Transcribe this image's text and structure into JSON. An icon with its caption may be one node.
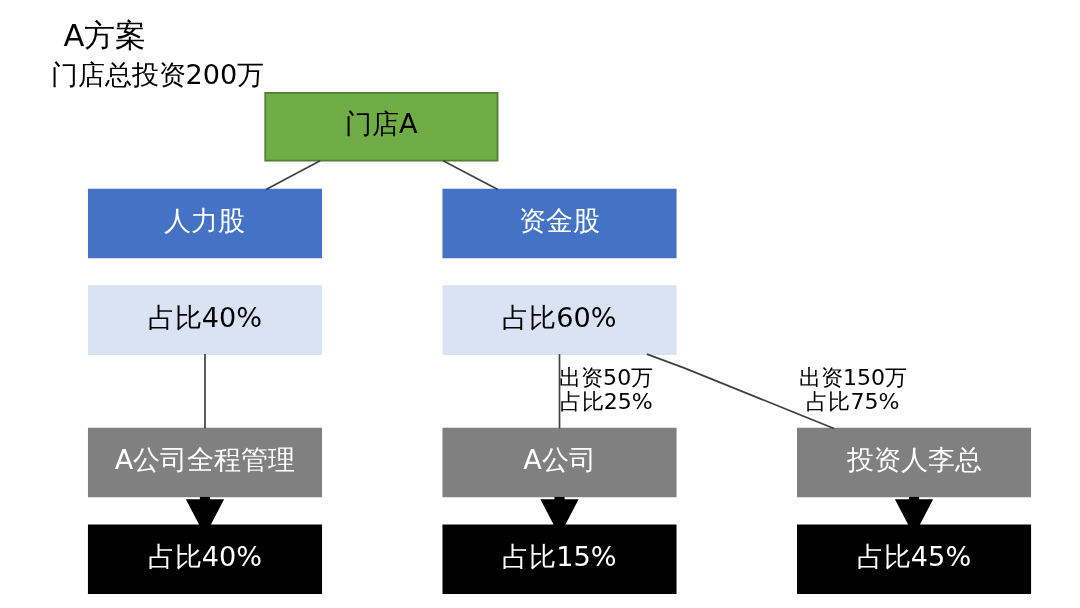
{
  "diagram": {
    "title": "A方案",
    "nodes": [
      {
        "text": [
          "门店A"
        ],
        "beside": [
          "门店总投资200万"
        ]
      },
      {
        "text": [
          "人力股"
        ]
      },
      {
        "text": [
          "占比40%"
        ]
      },
      {
        "text": [
          "资金股"
        ]
      },
      {
        "text": [
          "占比60%"
        ]
      },
      {
        "text": [
          "A公司全程管理"
        ]
      },
      {
        "text": [
          "A公司"
        ],
        "beside": [
          "出资50万",
          "占比25%"
        ]
      },
      {
        "text": [
          "投资人李总"
        ],
        "beside": [
          "出资150万",
          "占比75%"
        ]
      },
      {
        "text": [
          "占比40%"
        ]
      },
      {
        "text": [
          "占比15%"
        ]
      },
      {
        "text": [
          "占比45%"
        ]
      }
    ],
    "edges": [
      {
        "from": 0,
        "to": 1,
        "arrow": "none"
      },
      {
        "from": 0,
        "to": 3,
        "arrow": "none"
      },
      {
        "from": 2,
        "to": 5,
        "arrow": "none"
      },
      {
        "from": 4,
        "to": 6,
        "arrow": "none"
      },
      {
        "from": 4,
        "to": 7,
        "arrow": "none"
      },
      {
        "from": 5,
        "to": 8,
        "arrow": "to",
        "style": "thick"
      },
      {
        "from": 6,
        "to": 9,
        "arrow": "to",
        "style": "thick"
      },
      {
        "from": 7,
        "to": 10,
        "arrow": "to",
        "style": "thick"
      }
    ]
  }
}
